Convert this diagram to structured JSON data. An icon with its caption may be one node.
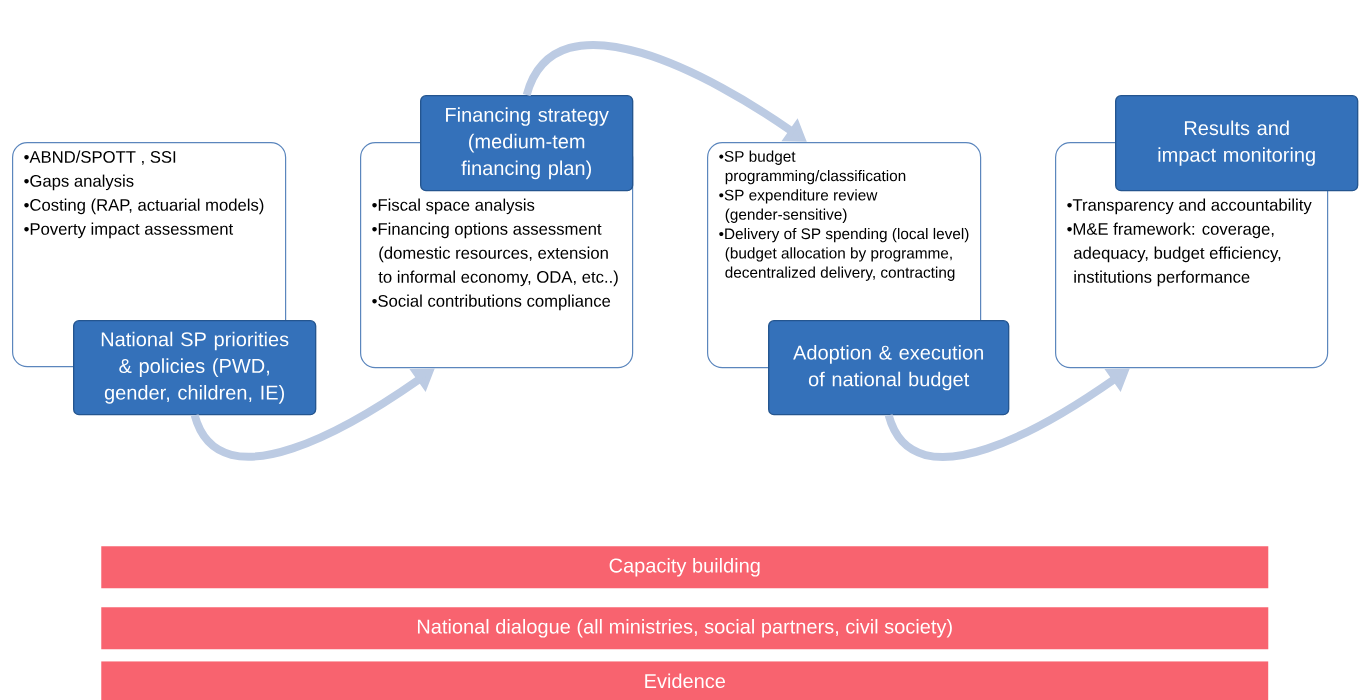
{
  "diagram": {
    "nodes": [
      {
        "text": [
          "•ABND/SPOTT , SSI",
          "•Gaps analysis",
          "•Costing (RAP, actuarial models)",
          "•Poverty impact assessment"
        ]
      },
      {
        "text": [
          "National SP priorities & policies (PWD, gender, children, IE)"
        ]
      },
      {
        "text": [
          "Financing strategy (medium-tem financing plan)"
        ]
      },
      {
        "text": [
          "•Fiscal space analysis",
          "•Financing options assessment (domestic resources, extension to informal economy, ODA, etc..)",
          "•Social contributions compliance"
        ]
      },
      {
        "text": [
          "•SP budget programming/classification",
          "•SP expenditure review (gender-sensitive)",
          "•Delivery of SP spending (local level) (budget allocation by programme, decentralized delivery, contracting"
        ]
      },
      {
        "text": [
          "Adoption & execution of national budget"
        ]
      },
      {
        "text": [
          "Results and impact monitoring"
        ]
      },
      {
        "text": [
          "•Transparency and accountability",
          "•M&E framework: coverage, adequacy, budget efficiency, institutions performance"
        ]
      },
      {
        "text": [
          "Capacity building"
        ]
      },
      {
        "text": [
          "National dialogue (all ministries, social partners, civil society)"
        ]
      },
      {
        "text": [
          "Evidence"
        ]
      }
    ],
    "edges": [
      {
        "from": 1,
        "to": 3,
        "arrow": "to"
      },
      {
        "from": 2,
        "to": 4,
        "arrow": "to"
      },
      {
        "from": 5,
        "to": 7,
        "arrow": "to"
      }
    ]
  }
}
